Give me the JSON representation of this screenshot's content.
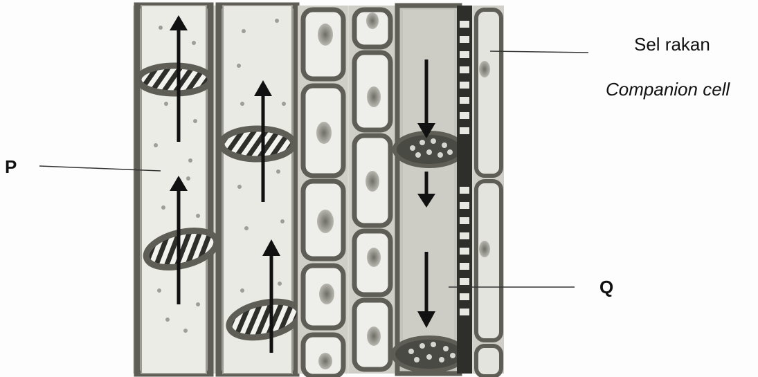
{
  "labels": {
    "p": "P",
    "q": "Q",
    "companion_ms": "Sel rakan",
    "companion_en": "Companion cell"
  },
  "colors": {
    "wall": "#7a7a70",
    "wall_dark": "#3c3c36",
    "cell_light": "#e9e9e4",
    "sieve_tube": "#c9c9c2",
    "nucleus": "#8e8e86",
    "plate": "#4a4a44",
    "arrow": "#111111",
    "pointer_line": "#333333"
  },
  "icons": {
    "arrow_up": "arrow-up-icon",
    "arrow_down": "arrow-down-icon"
  }
}
